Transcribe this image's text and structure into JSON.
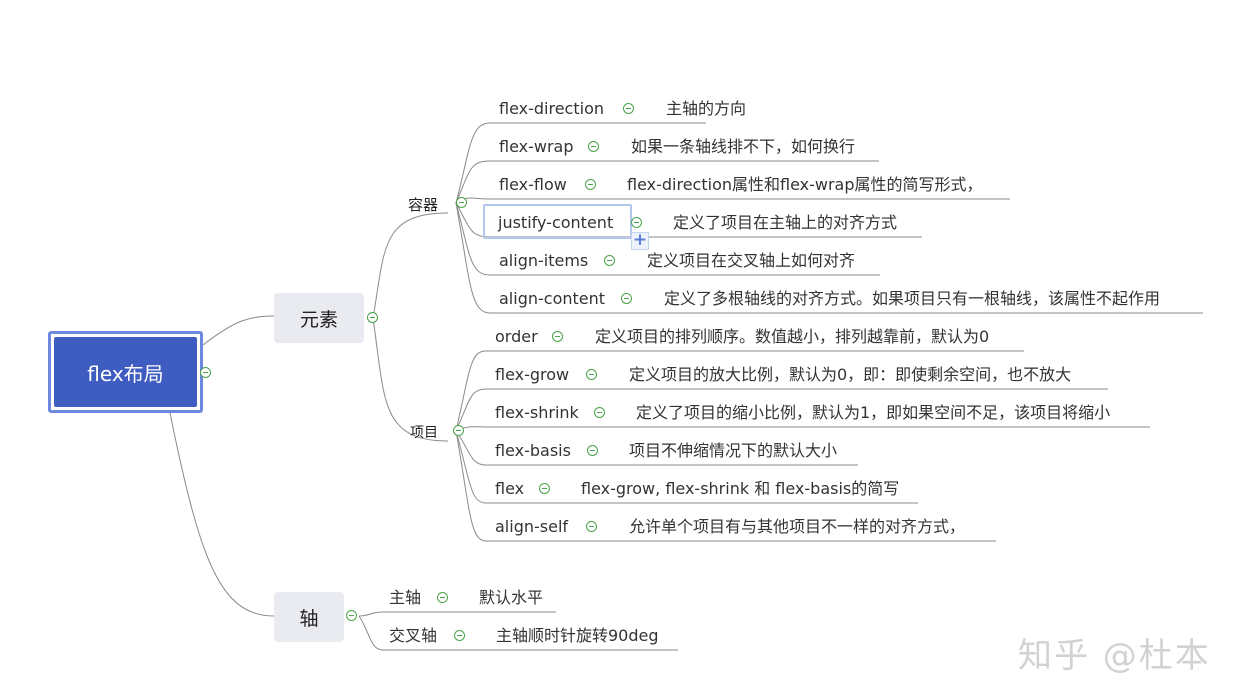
{
  "root": {
    "label": "flex布局"
  },
  "branches": [
    {
      "label": "元素",
      "groups": [
        {
          "label": "容器",
          "items": [
            {
              "name": "flex-direction",
              "desc": "主轴的方向"
            },
            {
              "name": "flex-wrap",
              "desc": "如果一条轴线排不下，如何换行"
            },
            {
              "name": "flex-flow",
              "desc": "flex-direction属性和flex-wrap属性的简写形式，"
            },
            {
              "name": "justify-content",
              "desc": "定义了项目在主轴上的对齐方式"
            },
            {
              "name": "align-items",
              "desc": "定义项目在交叉轴上如何对齐"
            },
            {
              "name": "align-content",
              "desc": "定义了多根轴线的对齐方式。如果项目只有一根轴线，该属性不起作用"
            }
          ]
        },
        {
          "label": "项目",
          "items": [
            {
              "name": "order",
              "desc": "定义项目的排列顺序。数值越小，排列越靠前，默认为0"
            },
            {
              "name": "flex-grow",
              "desc": "定义项目的放大比例，默认为0，即：即使剩余空间，也不放大"
            },
            {
              "name": "flex-shrink",
              "desc": "定义了项目的缩小比例，默认为1，即如果空间不足，该项目将缩小"
            },
            {
              "name": "flex-basis",
              "desc": "项目不伸缩情况下的默认大小"
            },
            {
              "name": "flex",
              "desc": "flex-grow, flex-shrink 和 flex-basis的简写"
            },
            {
              "name": "align-self",
              "desc": "允许单个项目有与其他项目不一样的对齐方式，"
            }
          ]
        }
      ]
    },
    {
      "label": "轴",
      "items": [
        {
          "name": "主轴",
          "desc": "默认水平"
        },
        {
          "name": "交叉轴",
          "desc": "主轴顺时针旋转90deg"
        }
      ]
    }
  ],
  "watermark": "知乎 @杜本",
  "colors": {
    "root_fill": "#3f5cc0",
    "root_border": "#6f88df",
    "node_fill": "#e9ebf1",
    "toggle": "#4aa24a",
    "line": "#8a8a8a"
  }
}
